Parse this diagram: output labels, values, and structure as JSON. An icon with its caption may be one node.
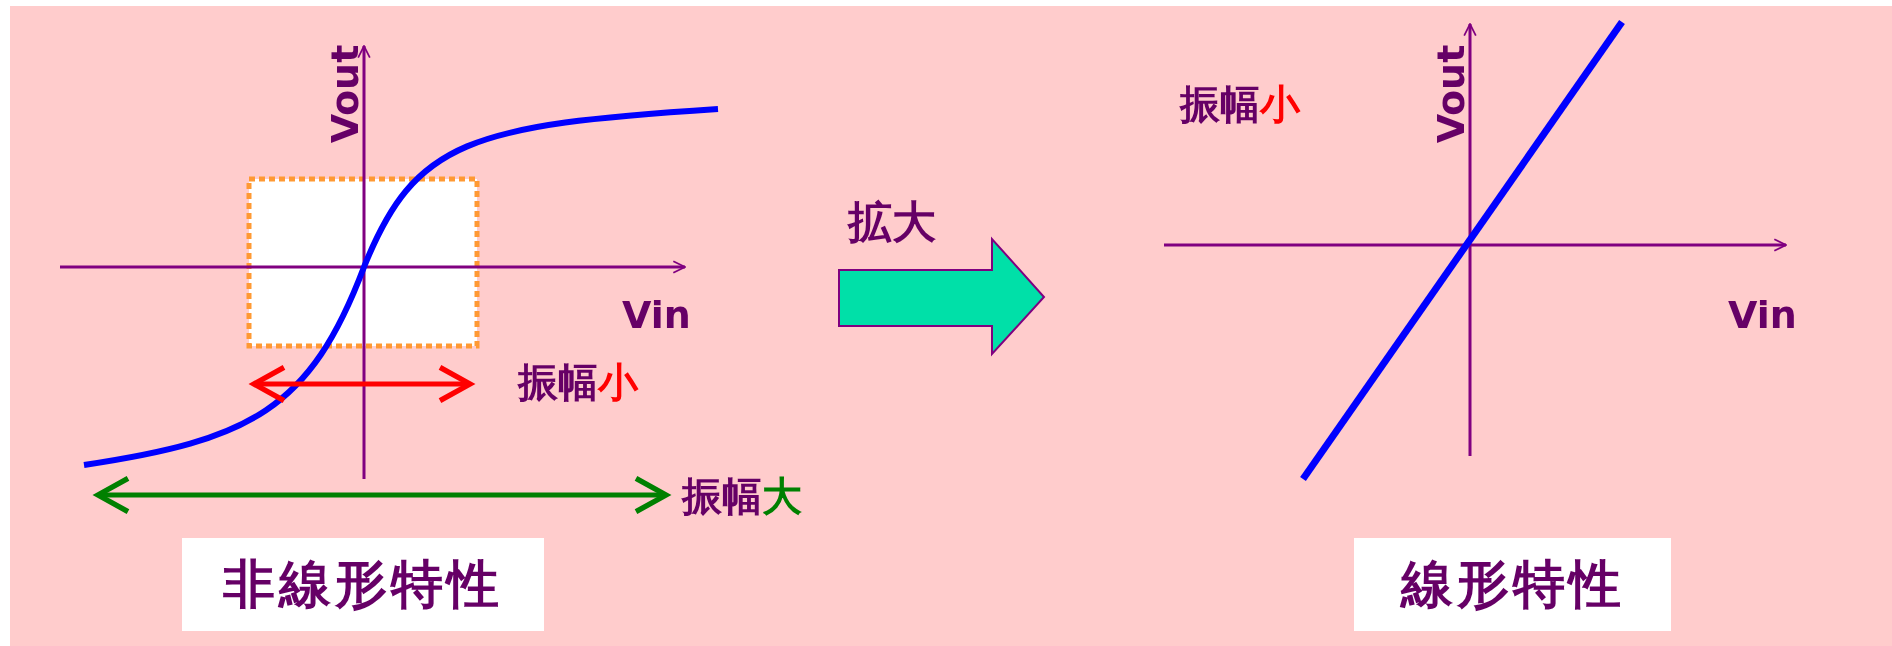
{
  "diagram": {
    "nodes": [
      {
        "text": [
          "非線形特性"
        ]
      },
      {
        "text": [
          "線形特性"
        ]
      }
    ],
    "edges": [],
    "labels": [
      "Vout",
      "Vin",
      "振幅小",
      "振幅大",
      "拡大",
      "Vout",
      "振幅小",
      "Vin"
    ]
  }
}
